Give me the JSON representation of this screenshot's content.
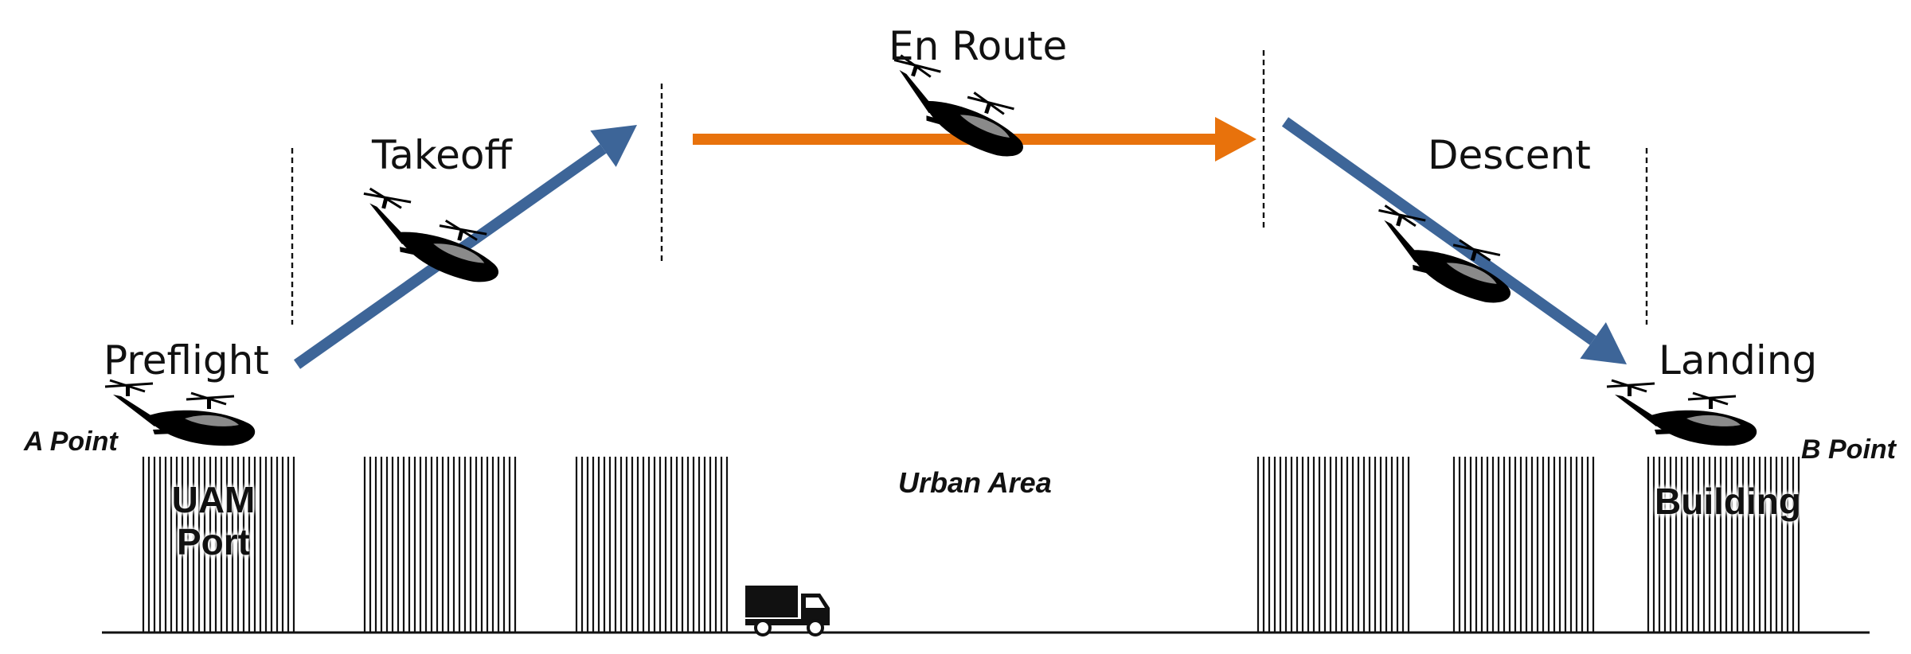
{
  "phases": {
    "preflight": "Preflight",
    "takeoff": "Takeoff",
    "enroute": "En Route",
    "descent": "Descent",
    "landing": "Landing"
  },
  "points": {
    "a": "A Point",
    "b": "B Point"
  },
  "buildings": {
    "uam_port_line1": "UAM",
    "uam_port_line2": "Port",
    "building": "Building"
  },
  "urban_area": "Urban Area",
  "colors": {
    "climb_descent_arrow": "#3d6598",
    "cruise_arrow": "#e8720c",
    "ink": "#111111"
  },
  "icons": [
    "evtol-aircraft-icon",
    "truck-icon"
  ]
}
